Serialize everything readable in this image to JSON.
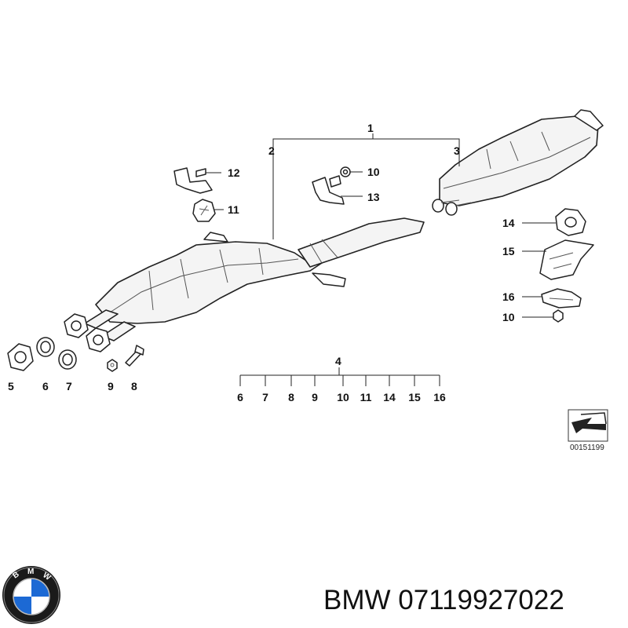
{
  "labels": {
    "l1": "1",
    "l2": "2",
    "l3": "3",
    "l4": "4",
    "l5": "5",
    "l6": "6",
    "l7": "7",
    "l8": "8",
    "l9": "9",
    "l10a": "10",
    "l10b": "10",
    "l11": "11",
    "l12": "12",
    "l13": "13",
    "l14": "14",
    "l15": "15",
    "l16": "16"
  },
  "bracket_4_items": [
    "6",
    "7",
    "8",
    "9",
    "10",
    "11",
    "14",
    "15",
    "16"
  ],
  "reference_number": "00151199",
  "logo": {
    "text": "BMW",
    "colors": {
      "blue": "#1c69d4",
      "white": "#ffffff",
      "ring": "#1a1a1a"
    }
  },
  "caption": "BMW 07119927022"
}
